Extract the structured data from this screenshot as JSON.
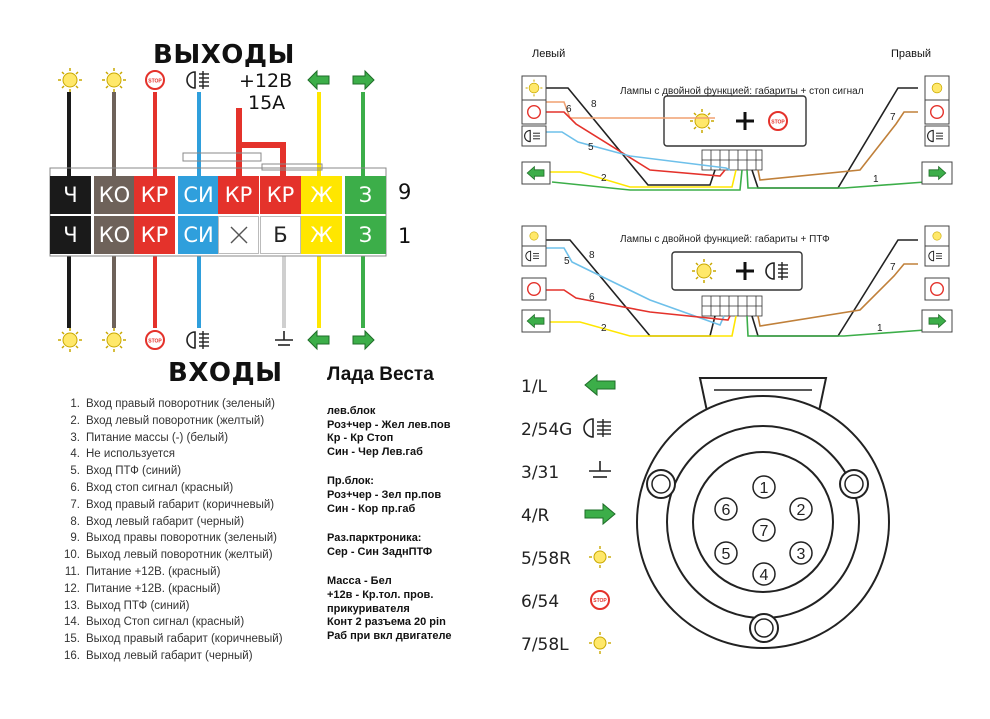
{
  "left": {
    "outputs_title": "ВЫХОДЫ",
    "inputs_title": "ВХОДЫ",
    "power_label": "+12В",
    "fuse_label": "15А",
    "row_top_number": "9",
    "row_bottom_number": "1",
    "row_top": [
      "Ч",
      "КО",
      "КР",
      "СИ",
      "КР",
      "КР",
      "Ж",
      "З"
    ],
    "row_bottom": [
      "Ч",
      "КО",
      "КР",
      "СИ",
      "",
      "Б",
      "Ж",
      "З"
    ],
    "colors": [
      "#1a1a1a",
      "#6e625a",
      "#e4322b",
      "#2f9fdc",
      "#e4322b",
      "#e4322b",
      "#ffe600",
      "#3cae49"
    ],
    "bottom_colors": [
      "#1a1a1a",
      "#6e625a",
      "#e4322b",
      "#2f9fdc",
      "#ffffff",
      "#ffffff",
      "#ffe600",
      "#3cae49"
    ],
    "stop_icon_text": "STOP"
  },
  "legend": [
    {
      "n": "1.",
      "text": "Вход правый поворотник (зеленый)"
    },
    {
      "n": "2.",
      "text": "Вход левый поворотник (желтый)"
    },
    {
      "n": "3.",
      "text": "Питание массы (-) (белый)"
    },
    {
      "n": "4.",
      "text": "Не используется"
    },
    {
      "n": "5.",
      "text": "Вход ПТФ (синий)"
    },
    {
      "n": "6.",
      "text": "Вход стоп сигнал (красный)"
    },
    {
      "n": "7.",
      "text": "Вход правый габарит (коричневый)"
    },
    {
      "n": "8.",
      "text": "Вход левый габарит (черный)"
    },
    {
      "n": "9.",
      "text": "Выход правы поворотник (зеленый)"
    },
    {
      "n": "10.",
      "text": "Выход левый поворотник (желтый)"
    },
    {
      "n": "11.",
      "text": "Питание +12В. (красный)"
    },
    {
      "n": "12.",
      "text": "Питание +12В. (красный)"
    },
    {
      "n": "13.",
      "text": "Выход ПТФ (синий)"
    },
    {
      "n": "14.",
      "text": "Выход Стоп сигнал (красный)"
    },
    {
      "n": "15.",
      "text": "Выход правый габарит (коричневый)"
    },
    {
      "n": "16.",
      "text": "Выход левый габарит (черный)"
    }
  ],
  "notes": {
    "title": "Лада Веста",
    "block1_title": "лев.блок",
    "block1": [
      "Роз+чер - Жел лев.пов",
      "Кр - Кр Стоп",
      "Син - Чер Лев.габ"
    ],
    "block2_title": "Пр.блок:",
    "block2": [
      "Роз+чер - Зел пр.пов",
      "Син - Кор пр.габ"
    ],
    "block3_title": "Раз.парктроника:",
    "block3": [
      "Сер - Син ЗаднПТФ"
    ],
    "block4": [
      "Масса - Бел",
      "+12в - Кр.тол. пров.",
      "прикуривателя",
      "Конт 2 разъема 20 pin",
      "Раб при вкл двигателе"
    ]
  },
  "right": {
    "left_label": "Левый",
    "right_label": "Правый",
    "diagram1_title": "Лампы с двойной функцией: габариты + стоп сигнал",
    "diagram2_title": "Лампы с двойной функцией: габариты + ПТФ",
    "d1_wires": {
      "w8": "8",
      "w6": "6",
      "w5": "5",
      "w2": "2",
      "w7": "7",
      "w1": "1"
    },
    "d2_wires": {
      "w8": "8",
      "w5": "5",
      "w6": "6",
      "w2": "2",
      "w7": "7",
      "w1": "1"
    },
    "plus": "+",
    "stop_text": "STOP"
  },
  "socket": {
    "pin_labels": [
      "1/L",
      "2/54G",
      "3/31",
      "4/R",
      "5/58R",
      "6/54",
      "7/58L"
    ],
    "pins": [
      "1",
      "2",
      "3",
      "4",
      "5",
      "6",
      "7"
    ]
  }
}
